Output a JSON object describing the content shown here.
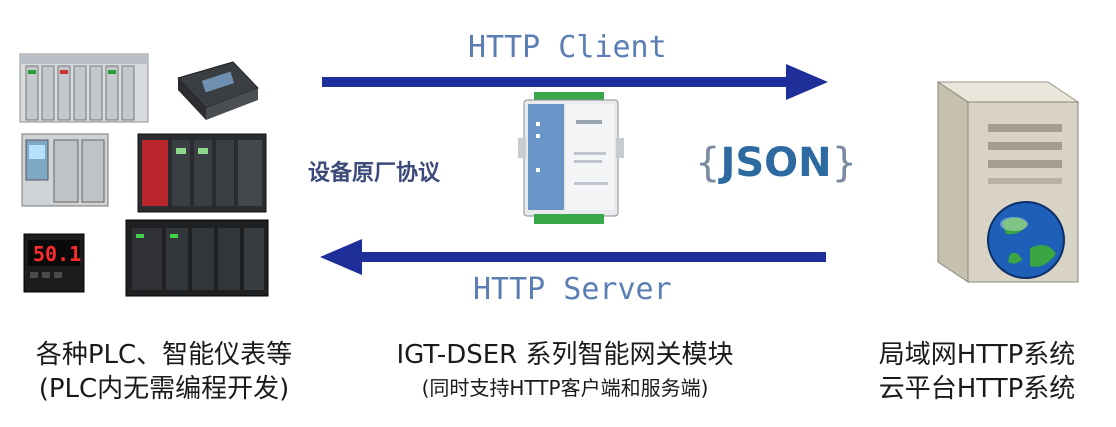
{
  "arrows": {
    "top_label": "HTTP Client",
    "bottom_label": "HTTP Server"
  },
  "center": {
    "protocol_label": "设备原厂协议",
    "json_label": "JSON",
    "brace_open": "{",
    "brace_close": "}"
  },
  "captions": {
    "left_line1": "各种PLC、智能仪表等",
    "left_line2": "(PLC内无需编程开发)",
    "middle_line1": "IGT-DSER 系列智能网关模块",
    "middle_line2": "(同时支持HTTP客户端和服务端)",
    "right_line1": "局域网HTTP系统",
    "right_line2": "云平台HTTP系统"
  },
  "devices": {
    "meter_display": "50.1"
  },
  "colors": {
    "arrow": "#1f2f9a",
    "label": "#5b7fb5",
    "gateway_blue": "#6a95c8"
  }
}
